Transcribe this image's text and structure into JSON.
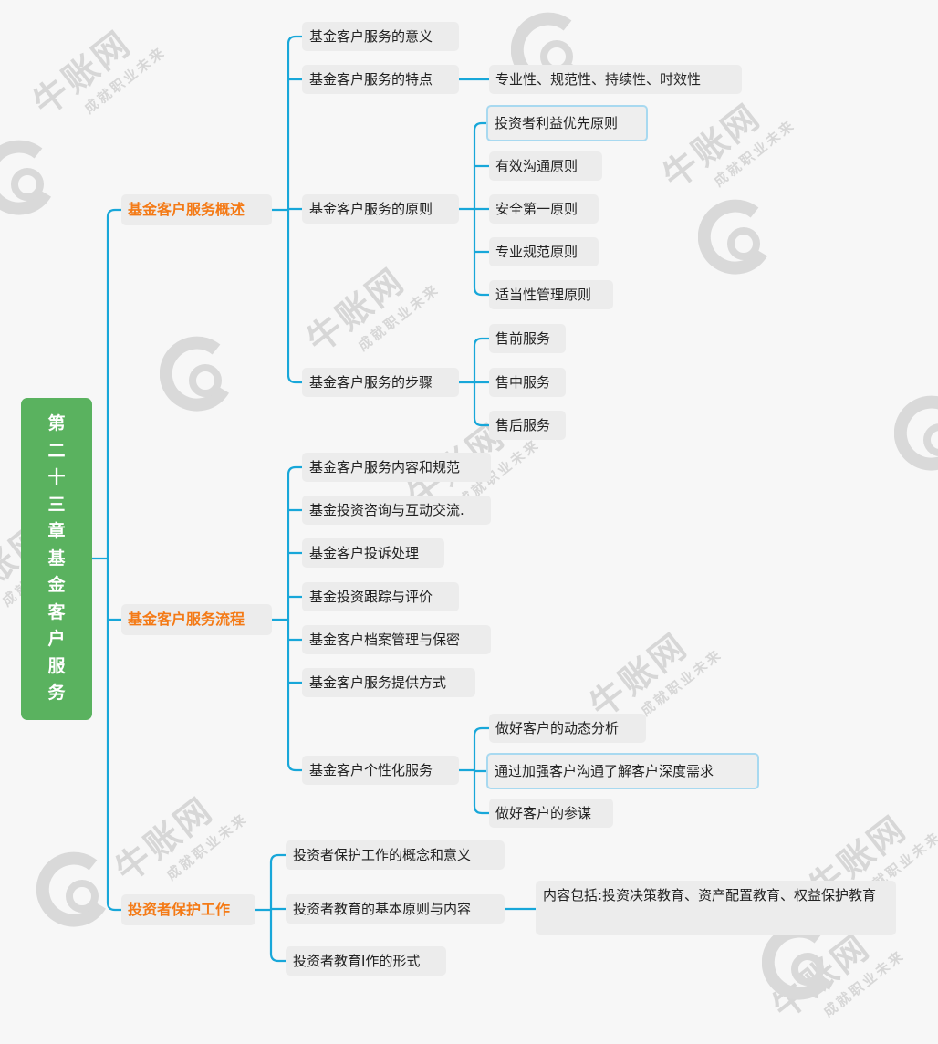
{
  "root": {
    "chars": [
      "第",
      "二",
      "十",
      "三",
      "章",
      "基",
      "金",
      "客",
      "户",
      "服",
      "务"
    ]
  },
  "watermark": {
    "main": "牛账网",
    "sub": "成就职业未来"
  },
  "branches": [
    {
      "label": "基金客户服务概述",
      "children": [
        {
          "label": "基金客户服务的意义"
        },
        {
          "label": "基金客户服务的特点",
          "children": [
            {
              "label": "专业性、规范性、持续性、时效性"
            }
          ]
        },
        {
          "label": "基金客户服务的原则",
          "children": [
            {
              "label": "投资者利益优先原则"
            },
            {
              "label": "有效沟通原则"
            },
            {
              "label": "安全第一原则"
            },
            {
              "label": "专业规范原则"
            },
            {
              "label": "适当性管理原则"
            }
          ]
        },
        {
          "label": "基金客户服务的步骤",
          "children": [
            {
              "label": "售前服务"
            },
            {
              "label": "售中服务"
            },
            {
              "label": "售后服务"
            }
          ]
        }
      ]
    },
    {
      "label": "基金客户服务流程",
      "children": [
        {
          "label": "基金客户服务内容和规范"
        },
        {
          "label": "基金投资咨询与互动交流."
        },
        {
          "label": "基金客户投诉处理"
        },
        {
          "label": "基金投资跟踪与评价"
        },
        {
          "label": "基金客户档案管理与保密"
        },
        {
          "label": "基金客户服务提供方式"
        },
        {
          "label": "基金客户个性化服务",
          "children": [
            {
              "label": "做好客户的动态分析"
            },
            {
              "label": "通过加强客户沟通了解客户深度需求"
            },
            {
              "label": "做好客户的参谋"
            }
          ]
        }
      ]
    },
    {
      "label": "投资者保护工作",
      "children": [
        {
          "label": "投资者保护工作的概念和意义"
        },
        {
          "label": "投资者教育的基本原则与内容",
          "children": [
            {
              "label": "内容包括:投资决策教育、资产配置教育、权益保护教育"
            }
          ]
        },
        {
          "label": "投资者教育I作的形式"
        }
      ]
    }
  ]
}
